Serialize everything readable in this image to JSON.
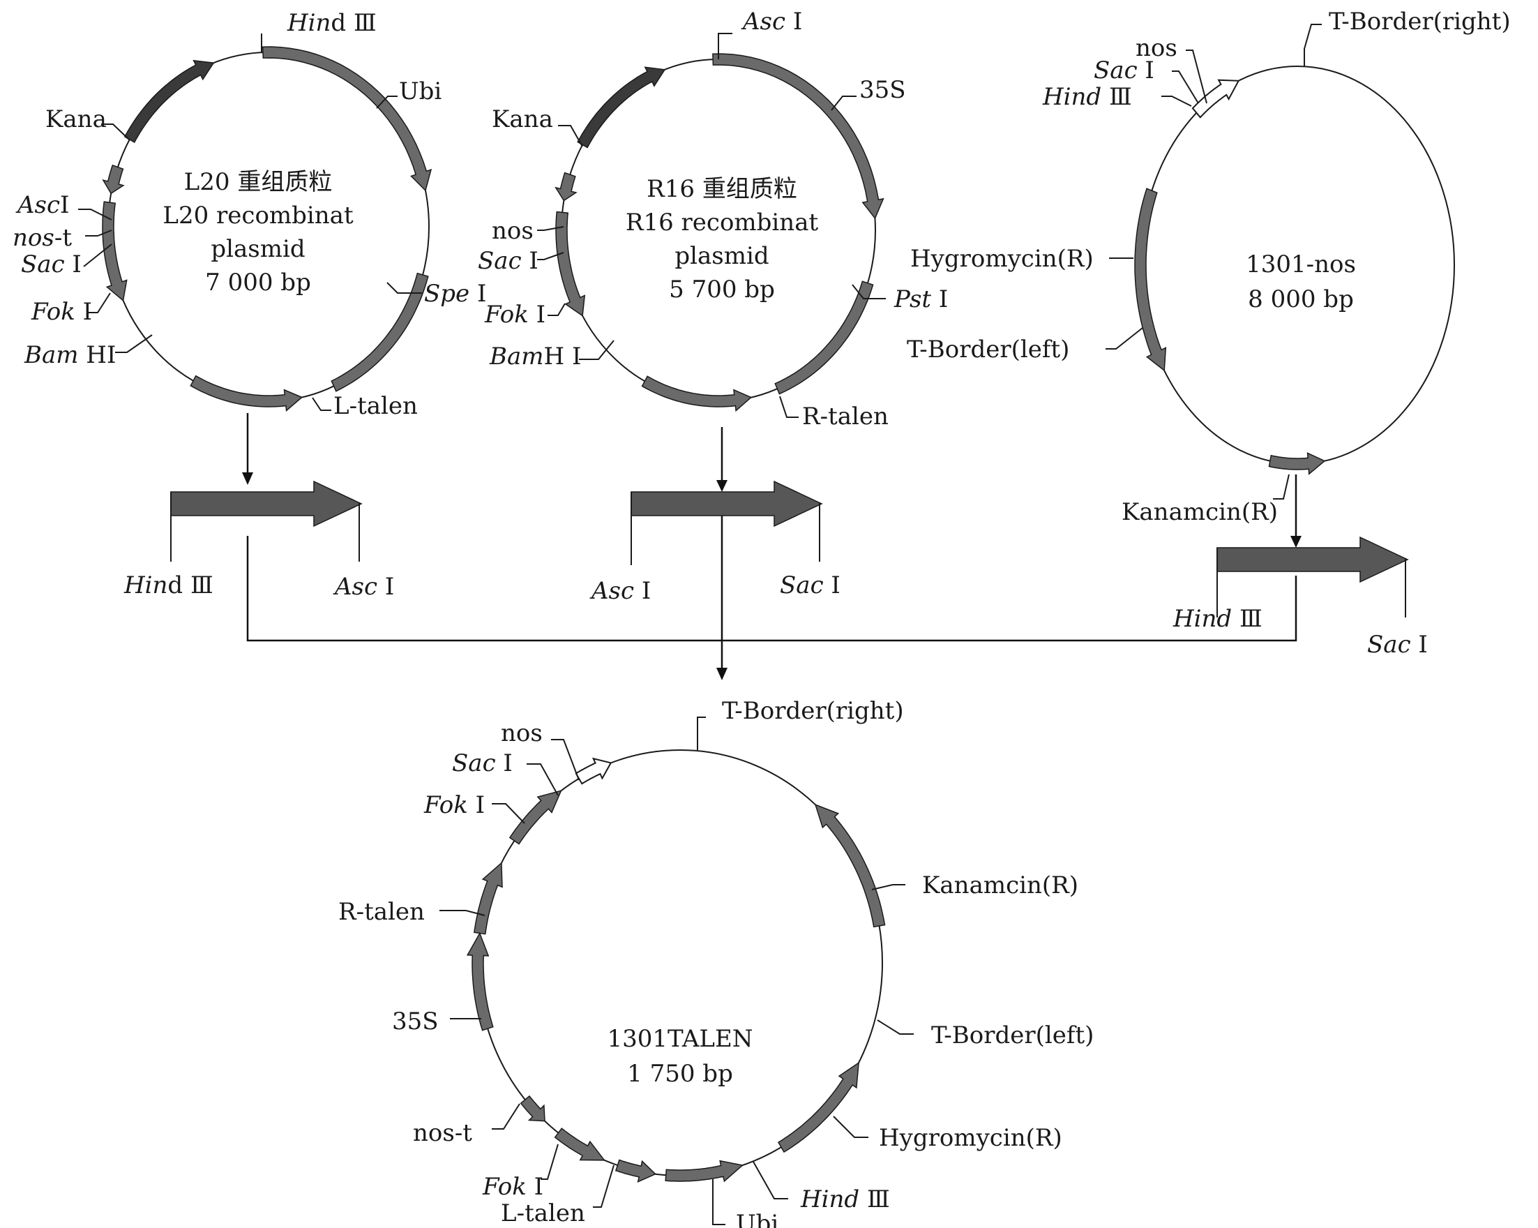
{
  "plasmids": {
    "l20": {
      "title_cn": "L20 重组质粒",
      "title_en": "L20 recombinat",
      "title_en2": "plasmid",
      "size": "7 000 bp",
      "labels": {
        "hind3": [
          "Hin",
          "d Ⅲ"
        ],
        "ubi": "Ubi",
        "kana": "Kana",
        "asc1": [
          "Asc",
          "Ⅰ"
        ],
        "nost": [
          "nos",
          "-t"
        ],
        "sac1": [
          "Sac",
          " Ⅰ"
        ],
        "spe1": [
          "Spe",
          " Ⅰ"
        ],
        "fok1": [
          "Fok",
          " Ⅰ"
        ],
        "bamh1": [
          "Bam",
          " HⅠ"
        ],
        "ltalen": "L-talen"
      }
    },
    "r16": {
      "title_cn": "R16 重组质粒",
      "title_en": "R16 recombinat",
      "title_en2": "plasmid",
      "size": "5 700 bp",
      "labels": {
        "asc1": [
          "Asc",
          " Ⅰ"
        ],
        "s35": "35S",
        "kana": "Kana",
        "nos": "nos",
        "sac1": [
          "Sac",
          " Ⅰ"
        ],
        "pst1": [
          "Pst",
          " Ⅰ"
        ],
        "fok1": [
          "Fok",
          " Ⅰ"
        ],
        "bamh1": [
          "Bam",
          "H Ⅰ"
        ],
        "rtalen": "R-talen"
      }
    },
    "p1301": {
      "name": "1301-nos",
      "size": "8 000 bp",
      "labels": {
        "tright": "T-Border(right)",
        "nos": "nos",
        "sac1": [
          "Sac",
          " Ⅰ"
        ],
        "hind3": [
          "Hind",
          " Ⅲ"
        ],
        "hygro": "Hygromycin(R)",
        "tleft": "T-Border(left)",
        "kan": "Kanamcin(R)"
      }
    },
    "talen": {
      "name": "1301TALEN",
      "size": "1 750 bp",
      "labels": {
        "tright": "T-Border(right)",
        "nos": "nos",
        "sac1": [
          "Sac",
          " Ⅰ"
        ],
        "fok1top": [
          "Fok",
          " Ⅰ"
        ],
        "rtalen": "R-talen",
        "kan": "Kanamcin(R)",
        "s35": "35S",
        "tleft": "T-Border(left)",
        "nost": "nos-t",
        "hygro": "Hygromycin(R)",
        "fok1bot": [
          "Fok",
          " Ⅰ"
        ],
        "hind3": [
          "Hind",
          " Ⅲ"
        ],
        "ltalen": "L-talen",
        "ubi": "Ubi"
      }
    }
  },
  "fragments": {
    "f1": {
      "left": [
        "Hin",
        "d Ⅲ"
      ],
      "right": [
        "Asc",
        " Ⅰ"
      ]
    },
    "f2": {
      "left": [
        "Asc",
        " Ⅰ"
      ],
      "right": [
        "Sac",
        " Ⅰ"
      ]
    },
    "f3": {
      "left": [
        "Hind",
        " Ⅲ"
      ],
      "right": [
        "Sac",
        " Ⅰ"
      ]
    }
  },
  "colors": {
    "dark_feature": "#3a3a3a",
    "mid_feature": "#6a6a6a",
    "line": "#1a1a1a"
  }
}
